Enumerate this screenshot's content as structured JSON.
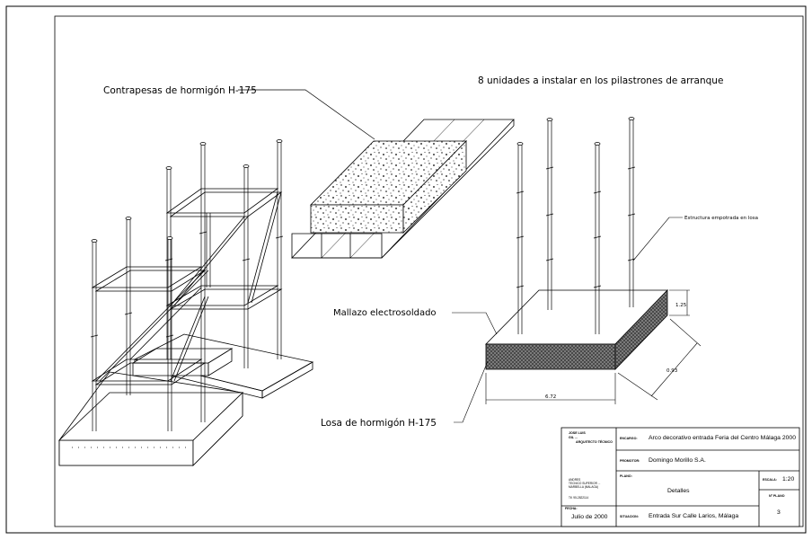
{
  "annotations": {
    "counterweights": "Contrapesas de hormigón H-175",
    "units_note": "8 unidades a instalar en los pilastrones de arranque",
    "structure": "Estructura empotrada en losa",
    "mesh": "Mallazo electrosoldado",
    "slab": "Losa de hormigón H-175"
  },
  "dimensions": {
    "height": "1.25",
    "depth": "0.93",
    "width": "6.72"
  },
  "title_block": {
    "author_lines": [
      "JOSE LUIS",
      "GIL ...",
      "ARQUITECTO TÉCNICO"
    ],
    "author_detail_lines": [
      "ANDRES",
      "TECNICO SUPERIOR ...",
      "MARBELLA (MALAGA)"
    ],
    "author_phone": "Tlf. 95-2822114",
    "fecha_label": "FECHA:",
    "fecha_value": "Julio de 2000",
    "encargo_label": "ENCARGO:",
    "encargo_value": "Arco decorativo entrada Feria del Centro Málaga 2000",
    "promotor_label": "PROMOTOR:",
    "promotor_value": "Domingo Morillo S.A.",
    "plano_label": "PLANO:",
    "plano_value": "Detalles",
    "escala_label": "ESCALA:",
    "escala_value": "1:20",
    "n_plano_label": "Nº PLANO",
    "n_plano_value": "3",
    "situacion_label": "SITUACION:",
    "situacion_value": "Entrada Sur Calle Larios, Málaga"
  }
}
